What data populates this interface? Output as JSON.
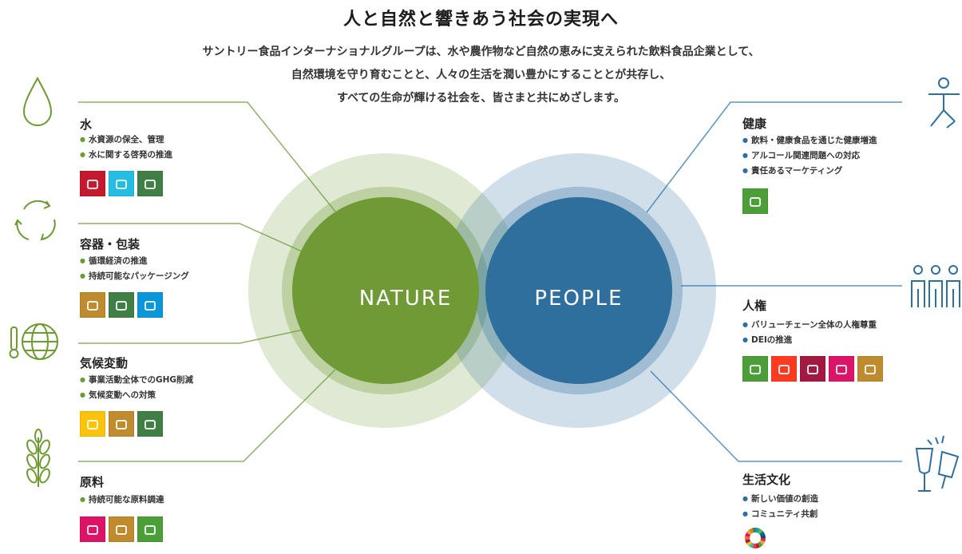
{
  "header": {
    "title": "人と自然と響きあう社会の実現へ",
    "lines": [
      "サントリー食品インターナショナルグループは、水や農作物など自然の恵みに支えられた飲料食品企業として、",
      "自然環境を守り育むことと、人々の生活を潤い豊かにすることとが共存し、",
      "すべての生命が輝ける社会を、皆さまと共にめざします。"
    ]
  },
  "circles": {
    "nature": {
      "label": "NATURE",
      "color": "#6f9a35"
    },
    "people": {
      "label": "PEOPLE",
      "color": "#2f6f9e"
    }
  },
  "left": [
    {
      "key": "water",
      "title": "水",
      "icon": "water-drop-icon",
      "bullets": [
        "水資源の保全、管理",
        "水に関する啓発の推進"
      ],
      "sdgs": [
        "#c5192d",
        "#26bde2",
        "#3f7e44"
      ]
    },
    {
      "key": "packaging",
      "title": "容器・包装",
      "icon": "recycle-icon",
      "bullets": [
        "循環経済の推進",
        "持続可能なパッケージング"
      ],
      "sdgs": [
        "#bf8b2e",
        "#3f7e44",
        "#0a97d9"
      ]
    },
    {
      "key": "climate",
      "title": "気候変動",
      "icon": "globe-thermometer-icon",
      "bullets": [
        "事業活動全体でのGHG削減",
        "気候変動への対策"
      ],
      "sdgs": [
        "#fcc30b",
        "#bf8b2e",
        "#3f7e44"
      ]
    },
    {
      "key": "materials",
      "title": "原料",
      "icon": "wheat-icon",
      "bullets": [
        "持続可能な原料調達"
      ],
      "sdgs": [
        "#dd1367",
        "#bf8b2e",
        "#4c9f38"
      ]
    }
  ],
  "right": [
    {
      "key": "health",
      "title": "健康",
      "icon": "exercise-person-icon",
      "bullets": [
        "飲料・健康食品を通じた健康増進",
        "アルコール関連問題への対応",
        "責任あるマーケティング"
      ],
      "sdgs": [
        "#4c9f38"
      ]
    },
    {
      "key": "human-rights",
      "title": "人権",
      "icon": "people-group-icon",
      "bullets": [
        "バリューチェーン全体の人権尊重",
        "DEIの推進"
      ],
      "sdgs": [
        "#4c9f38",
        "#ff3a21",
        "#a21942",
        "#dd1367",
        "#bf8b2e"
      ]
    },
    {
      "key": "lifestyle",
      "title": "生活文化",
      "icon": "toast-glasses-icon",
      "bullets": [
        "新しい価値の創造",
        "コミュニティ共創"
      ],
      "sdgs": [
        "wheel"
      ]
    }
  ],
  "colors": {
    "nature_line": "#8fb06a",
    "people_line": "#5b95bf"
  }
}
